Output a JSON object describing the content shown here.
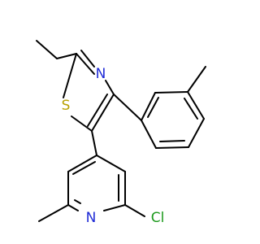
{
  "molecule": {
    "atoms": {
      "sulfur": "S",
      "thiazole_nitrogen": "N",
      "pyridine_nitrogen": "N",
      "chlorine": "Cl"
    },
    "colors": {
      "bond": "#000000",
      "sulfur": "#b8a000",
      "nitrogen": "#1f2bd6",
      "chlorine": "#1e9a1e"
    }
  }
}
